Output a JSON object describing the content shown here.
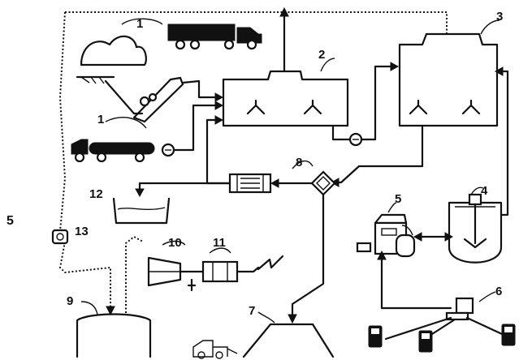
{
  "figure_label": "5",
  "labels": {
    "n1a": "1",
    "n1b": "1",
    "n2": "2",
    "n3": "3",
    "n4": "4",
    "n5": "5",
    "n6": "6",
    "n7": "7",
    "n8": "8",
    "n9": "9",
    "n10": "10",
    "n11": "11",
    "n12": "12",
    "n13": "13"
  },
  "icons": [
    "truck-icon",
    "tanker-truck-icon",
    "pump-icon",
    "mixer-icon",
    "computer-icon",
    "handheld-terminal-icon",
    "bulldozer-icon"
  ]
}
